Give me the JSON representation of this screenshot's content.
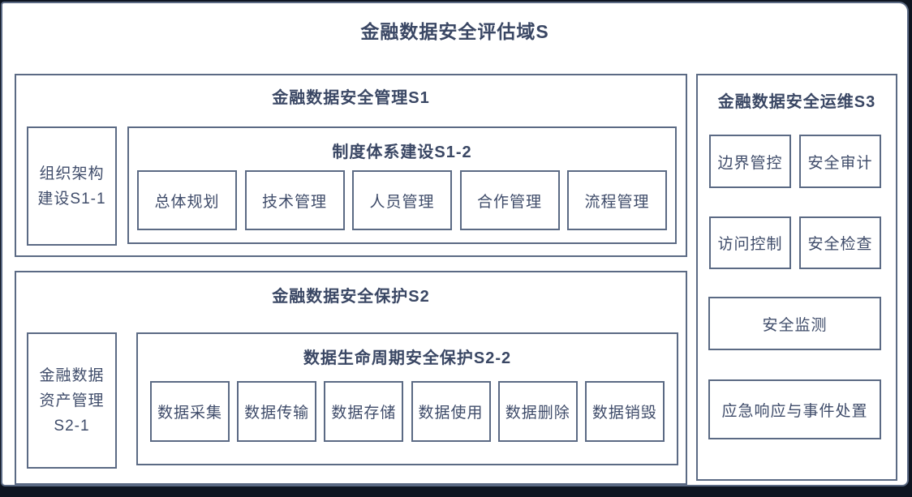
{
  "palette": {
    "border_color": "#5b6a84",
    "text_color": "#3f4c6a",
    "title_color": "#3a4764",
    "frame_color": "#0e1521",
    "background_color": "#ffffff"
  },
  "diagram": {
    "title": "金融数据安全评估域S",
    "s1": {
      "title": "金融数据安全管理S1",
      "side_box": {
        "lines": [
          "组织架构",
          "建设S1-1"
        ]
      },
      "sub": {
        "title": "制度体系建设S1-2",
        "items": [
          "总体规划",
          "技术管理",
          "人员管理",
          "合作管理",
          "流程管理"
        ]
      }
    },
    "s2": {
      "title": "金融数据安全保护S2",
      "side_box": {
        "lines": [
          "金融数据",
          "资产管理",
          "S2-1"
        ]
      },
      "sub": {
        "title": "数据生命周期安全保护S2-2",
        "items": [
          "数据采集",
          "数据传输",
          "数据存储",
          "数据使用",
          "数据删除",
          "数据销毁"
        ]
      }
    },
    "s3": {
      "title": "金融数据安全运维S3",
      "grid_items": [
        "边界管控",
        "安全审计",
        "访问控制",
        "安全检查"
      ],
      "wide_items": [
        "安全监测",
        "应急响应与事件处置"
      ]
    }
  }
}
